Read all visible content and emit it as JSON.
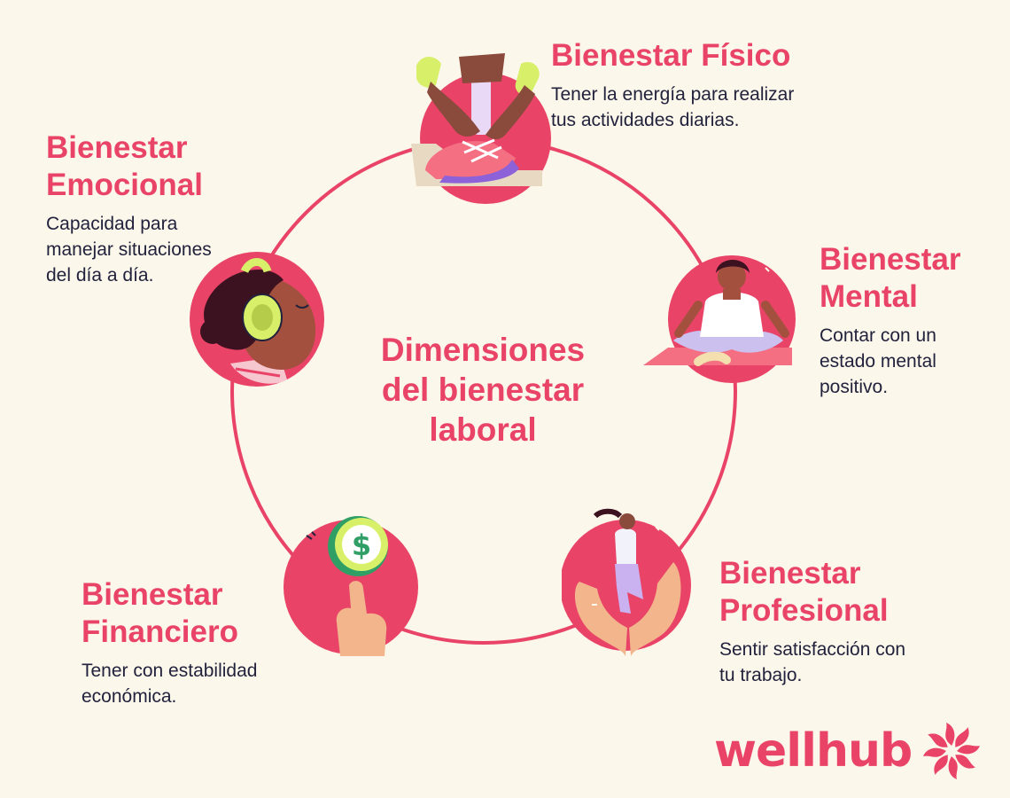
{
  "center": {
    "lines": [
      "Dimensiones",
      "del bienestar",
      "laboral"
    ]
  },
  "dimensions": {
    "fisico": {
      "title": [
        "Bienestar Físico"
      ],
      "desc": [
        "Tener la energía para realizar",
        "tus actividades diarias."
      ]
    },
    "emocional": {
      "title": [
        "Bienestar",
        "Emocional"
      ],
      "desc": [
        "Capacidad para",
        "manejar situaciones",
        "del día a día."
      ]
    },
    "mental": {
      "title": [
        "Bienestar",
        "Mental"
      ],
      "desc": [
        "Contar con un",
        "estado mental",
        "positivo."
      ]
    },
    "profesional": {
      "title": [
        "Bienestar",
        "Profesional"
      ],
      "desc": [
        "Sentir satisfacción con",
        "tu trabajo."
      ]
    },
    "financiero": {
      "title": [
        "Bienestar",
        "Financiero"
      ],
      "desc": [
        "Tener con estabilidad",
        "económica."
      ]
    }
  },
  "illustrations": {
    "fisico": "shoe-tying-icon",
    "emocional": "headphones-person-icon",
    "mental": "meditation-icon",
    "profesional": "hands-holding-person-icon",
    "financiero": "coin-on-finger-icon"
  },
  "coin_symbol": "$",
  "brand": {
    "name": "wellhub",
    "logo_icon": "flower-logo-icon"
  },
  "colors": {
    "accent": "#e94468",
    "background": "#fbf7ea",
    "text": "#22223d",
    "lime": "#d8ef6a"
  }
}
